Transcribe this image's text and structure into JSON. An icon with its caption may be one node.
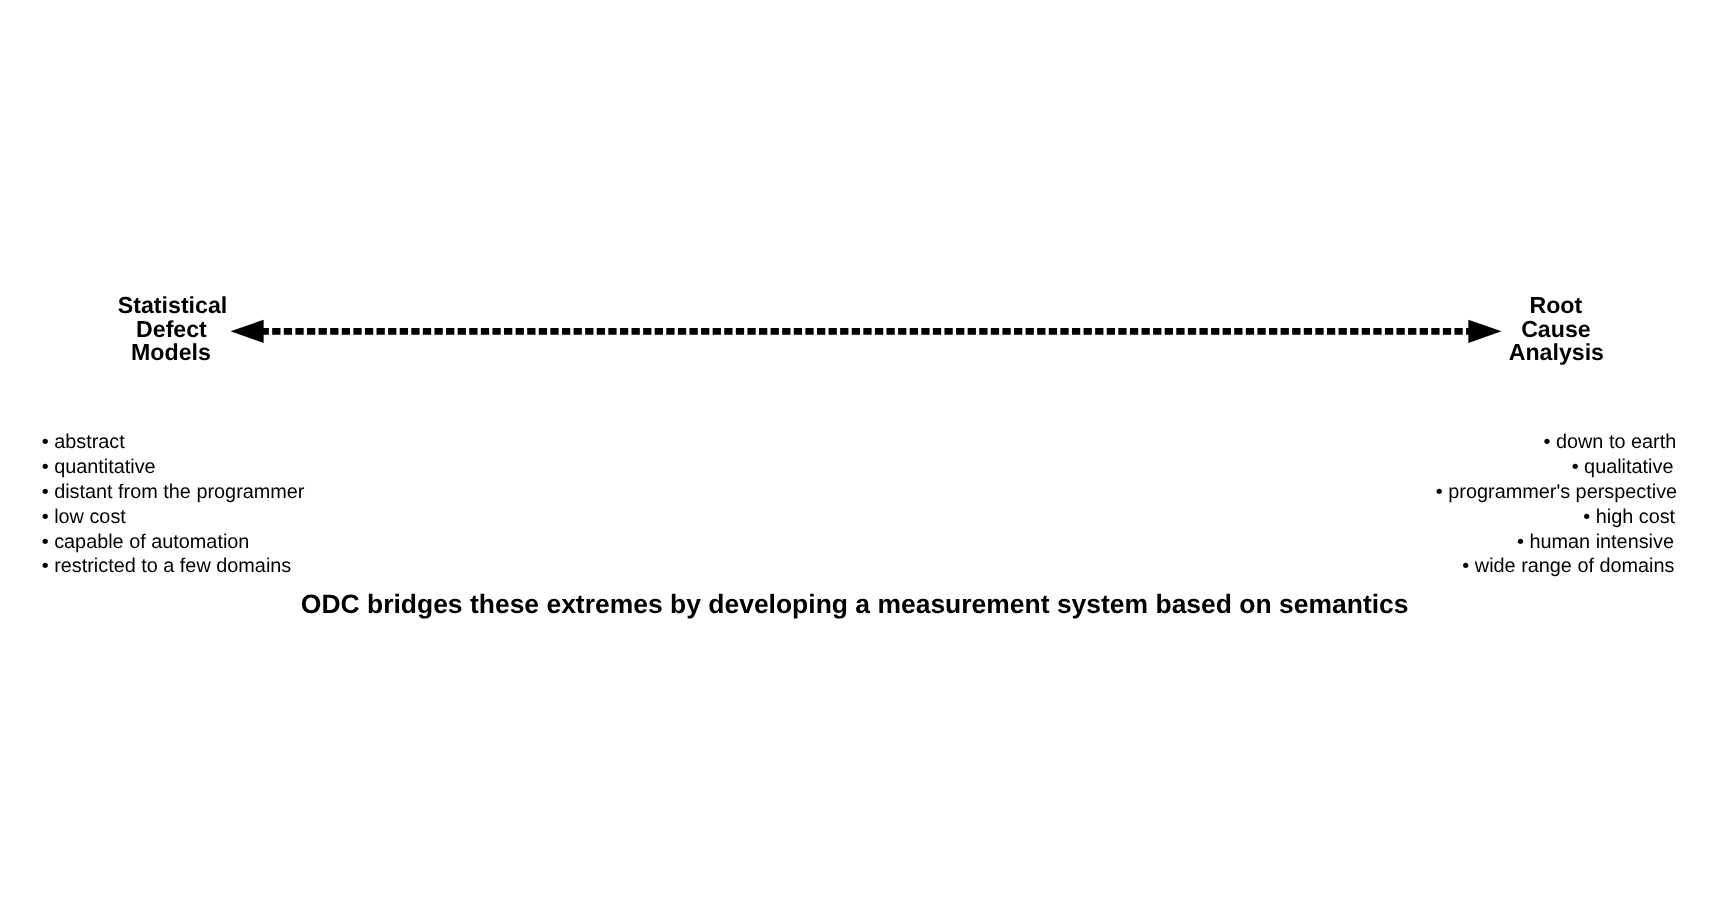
{
  "diagram": {
    "caption": "ODC bridges these extremes by developing a measurement system based on semantics",
    "nodes": [
      {
        "text": [
          "Statistical Defect Models"
        ],
        "beside": [
          "• abstract",
          "• quantitative",
          "• distant from the programmer",
          "• low cost",
          "• capable of automation",
          "• restricted to a few domains"
        ]
      },
      {
        "text": [
          "Root Cause Analysis"
        ],
        "beside": [
          "• down to earth",
          "• qualitative",
          "• programmer's perspective",
          "• high cost",
          "• human intensive",
          "• wide range of domains"
        ]
      }
    ],
    "edges": [
      {
        "from": 0,
        "to": 1,
        "arrow": "both",
        "style": "dashed"
      }
    ]
  }
}
